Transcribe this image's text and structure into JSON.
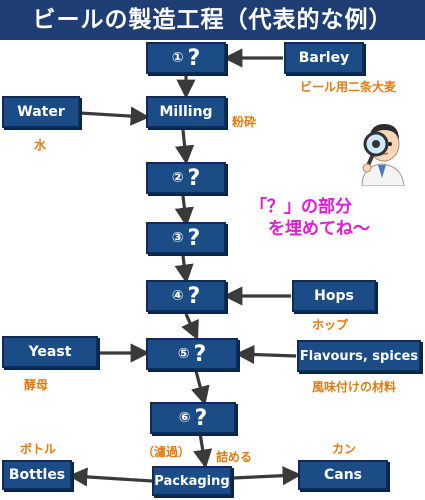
{
  "title": "ビールの製造工程（代表的な例）",
  "steps": {
    "q1": {
      "num": "①",
      "mark": "?"
    },
    "q2": {
      "num": "②",
      "mark": "?"
    },
    "q3": {
      "num": "③",
      "mark": "?"
    },
    "q4": {
      "num": "④",
      "mark": "?"
    },
    "q5": {
      "num": "⑤",
      "mark": "?"
    },
    "q6": {
      "num": "⑥",
      "mark": "?"
    }
  },
  "boxes": {
    "barley": "Barley",
    "milling": "Milling",
    "water": "Water",
    "hops": "Hops",
    "yeast": "Yeast",
    "flavours": "Flavours, spices",
    "packaging": "Packaging",
    "bottles": "Bottles",
    "cans": "Cans"
  },
  "labels": {
    "barley_jp": "ビール用二条大麦",
    "milling_jp": "粉砕",
    "water_jp": "水",
    "hops_jp": "ホップ",
    "yeast_jp": "酵母",
    "flavours_jp": "風味付けの材料",
    "filtration_jp": "（濾過）",
    "packaging_jp": "詰める",
    "bottles_jp": "ボトル",
    "cans_jp": "カン"
  },
  "callout": {
    "line1": "「？」の部分",
    "line2": "を埋めてね～"
  },
  "colors": {
    "title_bg": "#1f3f74",
    "box_bg": "#1c4c86",
    "label": "#e07b12",
    "callout": "#e21bd4"
  }
}
